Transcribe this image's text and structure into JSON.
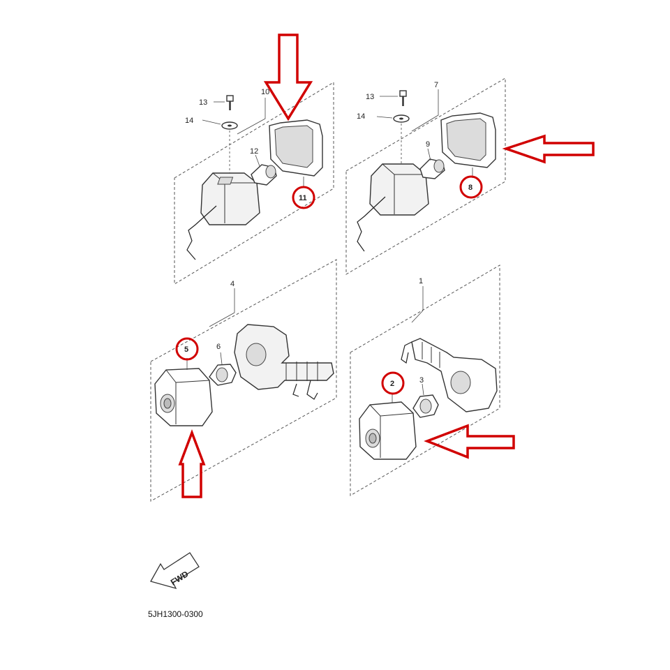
{
  "colors": {
    "highlight": "#d10000",
    "line": "#333333",
    "background": "#ffffff"
  },
  "labels": {
    "ul_13": "13",
    "ul_14": "14",
    "ul_10": "10",
    "ul_12": "12",
    "ul_11": "11",
    "ur_13": "13",
    "ur_14": "14",
    "ur_7": "7",
    "ur_9": "9",
    "ur_8": "8",
    "ll_4": "4",
    "ll_5": "5",
    "ll_6": "6",
    "lr_1": "1",
    "lr_2": "2",
    "lr_3": "3"
  },
  "fwd_label": "FWD",
  "diagram_code": "5JH1300-0300",
  "icons": {
    "fwd": "fwd-arrow-icon",
    "highlight_arrow": "red-pointer-arrow-icon"
  }
}
